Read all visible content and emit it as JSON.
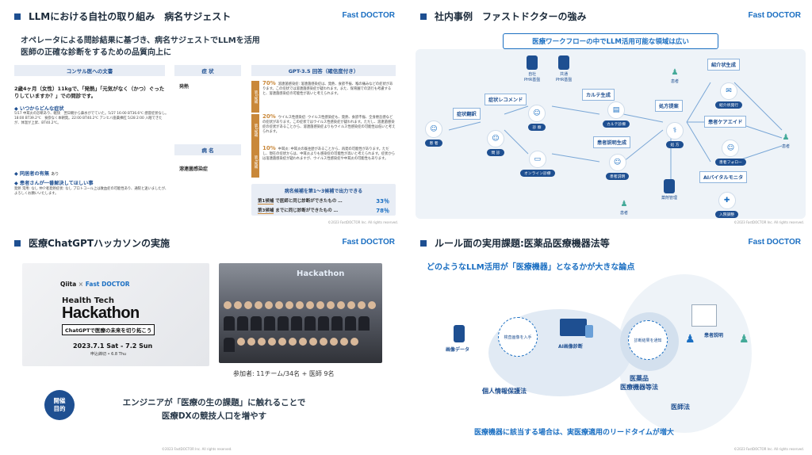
{
  "brand": "Fast DOCTOR",
  "copyright": "©2023 FastDOCTOR Inc. All rights reserved.",
  "p1": {
    "title": "LLMにおける自社の取り組み　病名サジェスト",
    "subtitle_1": "オペレータによる問診結果に基づき、病名サジェストでLLMを活用",
    "subtitle_2": "医師の正確な診断をするための品質向上に",
    "h_consult": "コンサル医への文書",
    "h_symptom": "症 状",
    "h_gpt": "GPT-3.5 回答（確信度付き）",
    "h_disease": "病 名",
    "case_title": "2歳4ヶ月（女性）11kgで、「発熱」「元気がなく（かつ）ぐったりしていますか？」での問診です。",
    "sect_when": "いつからどんな症状",
    "when_text": "5/17 中耳炎の診断あり、軽快　翌日朝から鼻水がでていた。5/27 16:00 BT36.6℃ 感冒症状なし。 18:00 BT39.2℃　食欲なく本朝発。22:00 BT40.2℃ アンヒバ座薬挿肛 5/28 2:00 入眠できたが、体温が上昇、BT40.2℃。",
    "sect_family": "同居者の有無",
    "family_val": "あり",
    "sect_wish": "患者さんが一番解決してほしい事",
    "wish_text": "発熱 常用: なし 仲介者発熱症状: なし プロトコール上は敗血症の可能性あり、通院と迷いましたが、よろしくお願いいたします。",
    "symptom": "発熱",
    "disease": "溶連菌感染症",
    "gpt": [
      {
        "tag": "第1候補",
        "pct": "70%",
        "text": "溶連菌感染症: 溶連菌感染症は、発熱、食欲不振、喉の痛みなどの症状があります。この症状では溶連菌感染症が疑われます。また、保育園での流行も考慮すると、溶連菌感染症の可能性が高いと考えられます。"
      },
      {
        "tag": "第2候補",
        "pct": "20%",
        "text": "ウイルス性感染症: ウイルス性感染症も、発熱、食欲不振、全身倦怠感などの症状があります。この症状ではウイルス性感染症が疑われます。ただし、溶連菌感染症の症状があることから、溶連菌感染症よりもウイルス性感染症の可能性は低いと考えられます。"
      },
      {
        "tag": "第3候補",
        "pct": "10%",
        "text": "中耳炎: 中耳炎の既往歴があることから、再発の可能性があります。ただし、現在の症状からは、中耳炎よりも感染症の可能性が高いと考えられます。症状からは溶連菌感染症が疑われますが、ウイルス性感染症や中耳炎の可能性もあります。"
      }
    ],
    "box_title": "病名候補を第1〜3候補で出力できる",
    "box_line1_hl": "第1候補",
    "box_line1_rest": "で医師と同じ診断ができたもの …",
    "box_line1_pct": "33％",
    "box_line2_hl": "第3候補",
    "box_line2_rest": "までに同じ診断ができたもの …",
    "box_line2_pct": "78％"
  },
  "p2": {
    "title": "社内事例　ファストドクターの強み",
    "banner": "医療ワークフローの中でLLM活用可能な領域は広い",
    "db1": "自社\nPHR基盤",
    "db2": "共通\nPHR基盤",
    "labels": [
      "症状レコメンド",
      "症状翻訳",
      "カルテ生成",
      "処方提案",
      "紹介状生成",
      "患者ケアエイド",
      "患者説明生成",
      "AIバイタルモニタ"
    ],
    "pills": [
      "患 者",
      "問 診",
      "診 察",
      "カルテ診療",
      "処 方",
      "オンライン診療",
      "患者説明",
      "紹介状発行",
      "患者フォロー",
      "入院調整",
      "薬剤管理"
    ],
    "patient": "患者"
  },
  "p3": {
    "title": "医療ChatGPTハッカソンの実施",
    "qiita": "Qiita",
    "x": "×",
    "fd": "Fast DOCTOR",
    "hk_sub": "Health Tech",
    "hk_main": "Hackathon",
    "hk_tag": "ChatGPTで医療の未来を切り拓こう",
    "hk_date": "2023.7.1 Sat - 7.2 Sun",
    "hk_date2": "申込締切 • 6.8 Thu",
    "photo_banner": "Hackathon",
    "participants": "参加者: 11チーム/34名 + 医師 9名",
    "purpose": "開催\n目的",
    "purpose_text_1": "エンジニアが「医療の生の課題」に触れることで",
    "purpose_text_2": "医療DXの競技人口を増やす"
  },
  "p4": {
    "title": "ルール面の実用課題:医薬品医療機器法等",
    "question": "どのようなLLM活用が「医療機器」となるかが大きな論点",
    "db_label": "画像データ",
    "c1": "検査画像を入手",
    "device_label": "AI画像診断",
    "c2": "診断結果を通知",
    "explain": "患者説明",
    "law1": "個人情報保護法",
    "law2": "医薬品\n医療機器等法",
    "law3": "医師法",
    "footer": "医療機器に該当する場合は、実医療適用のリードタイムが増大"
  }
}
